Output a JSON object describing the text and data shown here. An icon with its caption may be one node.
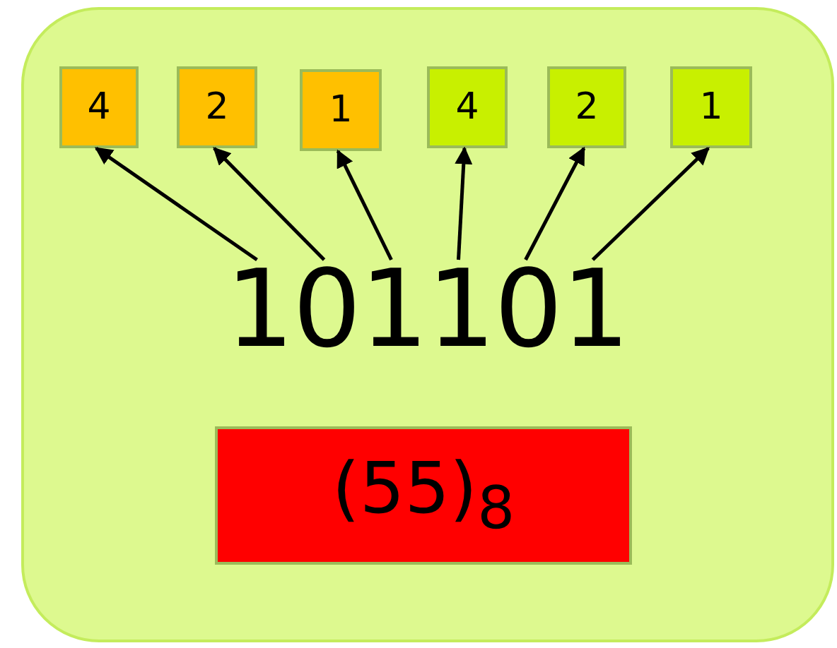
{
  "diagram": {
    "nodes": [
      {
        "text": [],
        "shape": "box"
      },
      {
        "text": [
          "4"
        ],
        "in": 0
      },
      {
        "text": [
          "2"
        ],
        "in": 0
      },
      {
        "text": [
          "1"
        ],
        "in": 0
      },
      {
        "text": [
          "4"
        ],
        "in": 0
      },
      {
        "text": [
          "2"
        ],
        "in": 0
      },
      {
        "text": [
          "1"
        ],
        "in": 0
      },
      {
        "text": [
          "1"
        ],
        "in": 0
      },
      {
        "text": [
          "0"
        ],
        "in": 0
      },
      {
        "text": [
          "1"
        ],
        "in": 0
      },
      {
        "text": [
          "1"
        ],
        "in": 0
      },
      {
        "text": [
          "0"
        ],
        "in": 0
      },
      {
        "text": [
          "1"
        ],
        "in": 0
      },
      {
        "text": [
          "(55)$_{8}$"
        ],
        "in": 0
      }
    ],
    "edges": [
      {
        "from": 7,
        "to": 1,
        "arrow": "to"
      },
      {
        "from": 8,
        "to": 2,
        "arrow": "to"
      },
      {
        "from": 9,
        "to": 3,
        "arrow": "to"
      },
      {
        "from": 10,
        "to": 4,
        "arrow": "to"
      },
      {
        "from": 11,
        "to": 5,
        "arrow": "to"
      },
      {
        "from": 12,
        "to": 6,
        "arrow": "to"
      }
    ]
  }
}
